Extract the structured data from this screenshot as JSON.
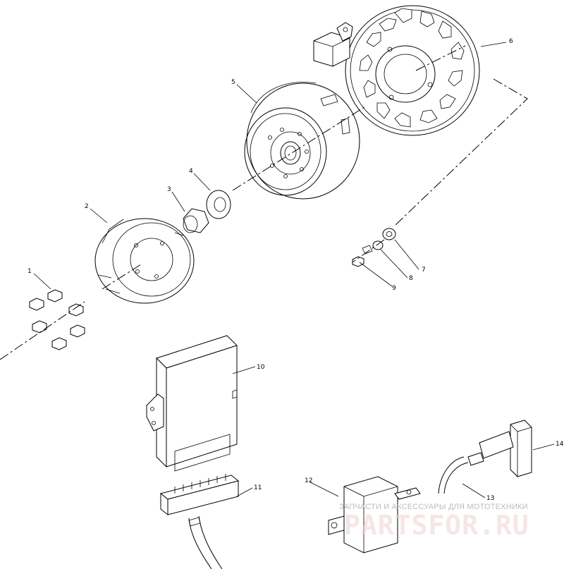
{
  "callouts": [
    {
      "id": "1",
      "text": "1"
    },
    {
      "id": "2",
      "text": "2"
    },
    {
      "id": "3",
      "text": "3"
    },
    {
      "id": "4",
      "text": "4"
    },
    {
      "id": "5",
      "text": "5"
    },
    {
      "id": "6",
      "text": "6"
    },
    {
      "id": "7",
      "text": "7"
    },
    {
      "id": "8",
      "text": "8"
    },
    {
      "id": "9",
      "text": "9"
    },
    {
      "id": "10",
      "text": "10"
    },
    {
      "id": "11",
      "text": "11"
    },
    {
      "id": "12",
      "text": "12"
    },
    {
      "id": "13",
      "text": "13"
    },
    {
      "id": "14",
      "text": "14"
    }
  ],
  "watermark": {
    "tagline": "ЗАПЧАСТИ И АКСЕССУАРЫ ДЛЯ МОТОТЕХНИКИ",
    "brand": "PARTSFOR.RU",
    "brand_color": "#e8a0a0"
  }
}
